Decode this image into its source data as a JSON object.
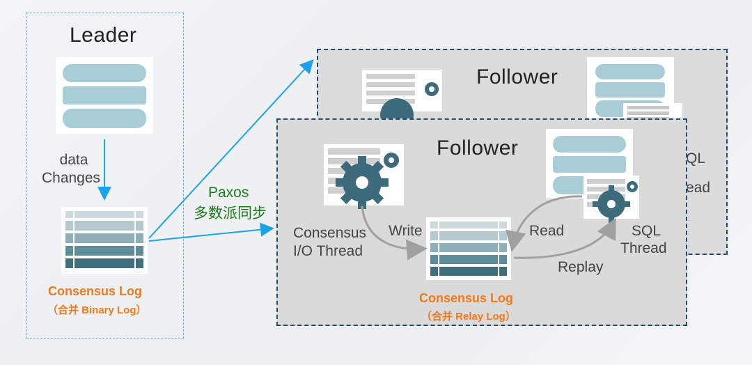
{
  "leader": {
    "title": "Leader",
    "data_changes_line1": "data",
    "data_changes_line2": "Changes",
    "log_title": "Consensus Log",
    "log_sub": "（合并 Binary Log）"
  },
  "replication": {
    "protocol": "Paxos",
    "protocol_cn": "多数派同步"
  },
  "follower_back": {
    "title": "Follower",
    "partial_sql": "QL",
    "partial_read": "ead"
  },
  "follower_front": {
    "title": "Follower",
    "io_thread_line1": "Consensus",
    "io_thread_line2": "I/O Thread",
    "write_label": "Write",
    "read_label": "Read",
    "sql_thread_line1": "SQL",
    "sql_thread_line2": "Thread",
    "replay_label": "Replay",
    "log_title": "Consensus Log",
    "log_sub": "（合并 Relay Log）"
  },
  "colors": {
    "accent_orange": "#f07a1a",
    "arrow_blue": "#1aa3ea",
    "paxos_green": "#1e7a1e",
    "db_teal": "#a9cdd6",
    "dashed_navy": "#1f4a72"
  },
  "icons": [
    "database-icon",
    "log-table-icon",
    "gear-icon",
    "arrow-icon"
  ]
}
